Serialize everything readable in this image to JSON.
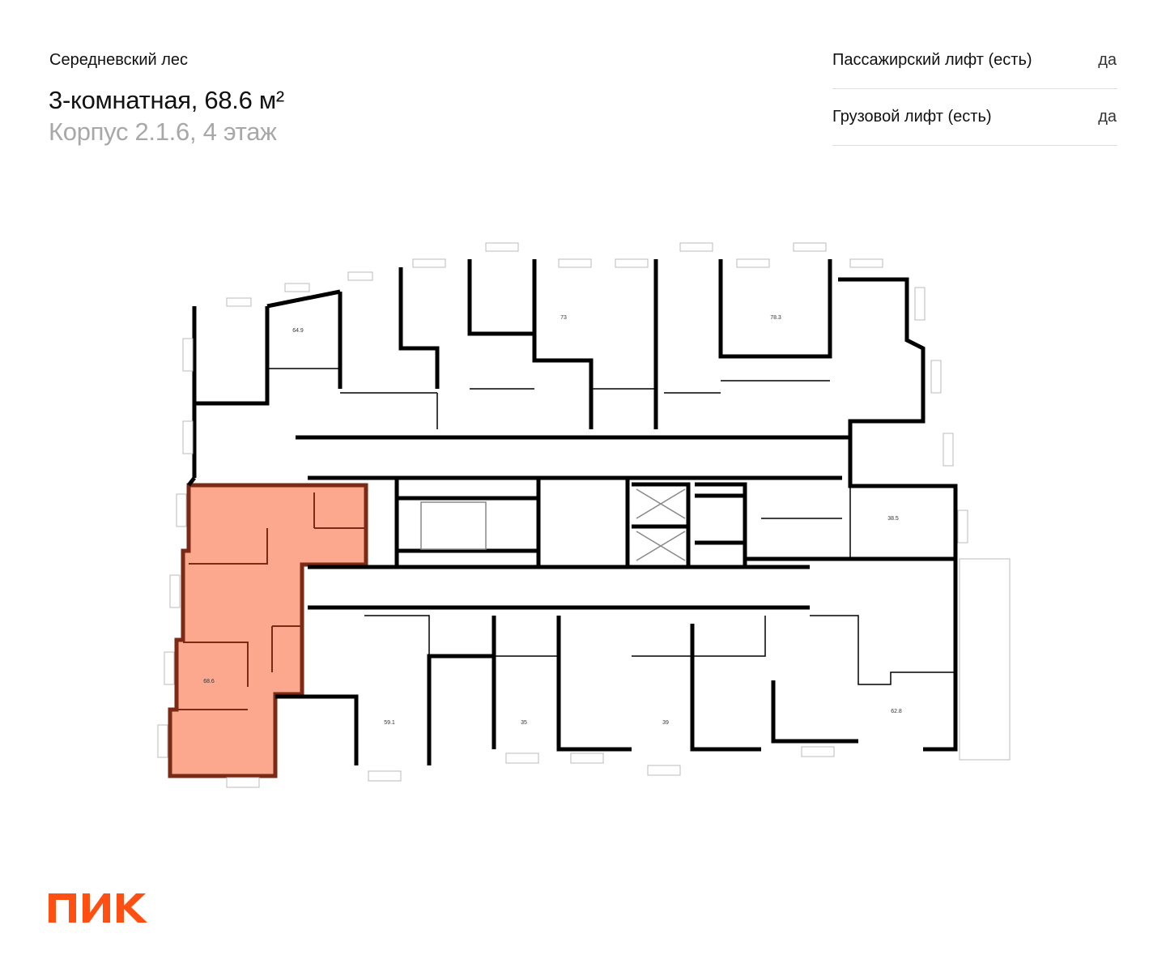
{
  "header": {
    "complex_name": "Середневский лес",
    "title": "3-комнатная, 68.6 м²",
    "subtitle": "Корпус 2.1.6, 4 этаж"
  },
  "features": [
    {
      "label": "Пассажирский лифт (есть)",
      "value": "да"
    },
    {
      "label": "Грузовой лифт (есть)",
      "value": "да"
    }
  ],
  "plan": {
    "highlight_color": "#FCA88E",
    "highlight_wall_color": "#7B2A16",
    "apartments": [
      {
        "area": "64.9"
      },
      {
        "area": "73"
      },
      {
        "area": "78.3"
      },
      {
        "area": "38.5"
      },
      {
        "area": "62.8"
      },
      {
        "area": "39"
      },
      {
        "area": "35"
      },
      {
        "area": "59.1"
      },
      {
        "area": "68.6",
        "selected": true
      }
    ]
  },
  "logo": {
    "text": "ПИК",
    "color": "#FF4F12"
  }
}
